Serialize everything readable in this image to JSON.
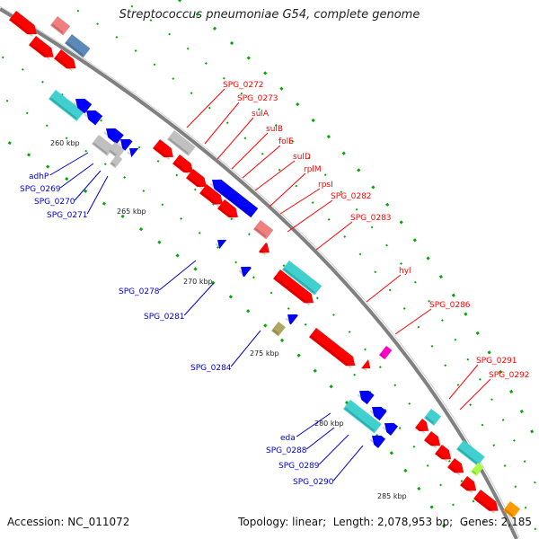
{
  "title": "Streptococcus pneumoniae G54, complete genome",
  "footer": {
    "accession_label": "Accession:",
    "accession": "NC_011072",
    "topology_label": "Topology:",
    "topology": "linear",
    "length_label": "Length:",
    "length": "2,078,953 bp",
    "genes_label": "Genes:",
    "genes": "2,185"
  },
  "colors": {
    "backbone": "#808080",
    "forward": "#ff0000",
    "reverse": "#0000ff",
    "label_forward": "#ff0000",
    "label_reverse": "#0000cc",
    "tick_major": "#228b22",
    "tick_minor": "#00aa00",
    "cyan": "#40d0d0",
    "gray": "#c0c0c0",
    "pink": "#f08080",
    "steel": "#5b8ab8",
    "olive": "#b0a860",
    "magenta": "#ff00cc",
    "orange": "#ff9900",
    "lime": "#aaff44"
  },
  "kbp_ticks": [
    "260 kbp",
    "265 kbp",
    "270 kbp",
    "275 kbp",
    "280 kbp",
    "285 kbp"
  ],
  "labels_forward": [
    "SPG_0272",
    "SPG_0273",
    "sulA",
    "sulB",
    "folE",
    "sulD",
    "rplM",
    "rpsI",
    "SPG_0282",
    "SPG_0283",
    "hyl",
    "SPG_0286",
    "SPG_0291",
    "SPG_0292"
  ],
  "labels_reverse": [
    "adhP",
    "SPG_0269",
    "SPG_0270",
    "SPG_0271",
    "SPG_0278",
    "SPG_0281",
    "SPG_0284",
    "eda",
    "SPG_0288",
    "SPG_0289",
    "SPG_0290"
  ]
}
